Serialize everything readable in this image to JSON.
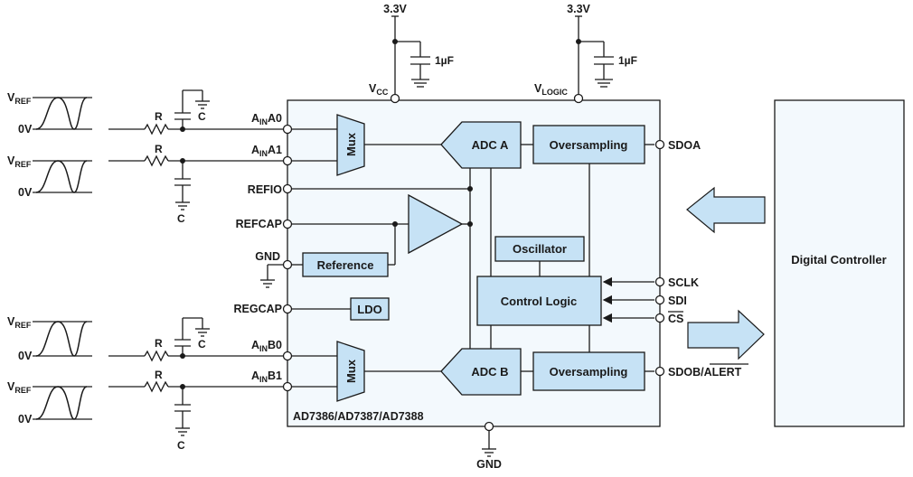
{
  "supply": {
    "vcc_voltage": "3.3V",
    "vlogic_voltage": "3.3V",
    "vcc_cap": "1µF",
    "vlogic_cap": "1µF",
    "vcc_pin": {
      "main": "V",
      "sub": "CC"
    },
    "vlogic_pin": {
      "main": "V",
      "sub": "LOGIC"
    }
  },
  "sources": [
    {
      "vref_main": "V",
      "vref_sub": "REF",
      "zero": "0V"
    },
    {
      "vref_main": "V",
      "vref_sub": "REF",
      "zero": "0V"
    },
    {
      "vref_main": "V",
      "vref_sub": "REF",
      "zero": "0V"
    },
    {
      "vref_main": "V",
      "vref_sub": "REF",
      "zero": "0V"
    }
  ],
  "filters": {
    "r_label": "R",
    "c_label": "C"
  },
  "pins_left": {
    "ain_a0": {
      "main": "A",
      "sub": "IN",
      "suffix": "A0"
    },
    "ain_a1": {
      "main": "A",
      "sub": "IN",
      "suffix": "A1"
    },
    "refio": "REFIO",
    "refcap": "REFCAP",
    "gnd": "GND",
    "regcap": "REGCAP",
    "ain_b0": {
      "main": "A",
      "sub": "IN",
      "suffix": "B0"
    },
    "ain_b1": {
      "main": "A",
      "sub": "IN",
      "suffix": "B1"
    }
  },
  "blocks": {
    "mux_a": "Mux",
    "mux_b": "Mux",
    "adc_a": "ADC A",
    "adc_b": "ADC B",
    "oversampling_a": "Oversampling",
    "oversampling_b": "Oversampling",
    "oscillator": "Oscillator",
    "control_logic": "Control Logic",
    "reference": "Reference",
    "ldo": "LDO"
  },
  "pins_right": {
    "sdoa": "SDOA",
    "sclk": "SCLK",
    "sdi": "SDI",
    "cs": "CS",
    "sdob": "SDOB/",
    "alert": "ALERT"
  },
  "chip_name": "AD7386/AD7387/AD7388",
  "bottom_gnd": "GND",
  "controller": "Digital Controller",
  "colors": {
    "block_fill": "#c6e2f5",
    "chip_fill": "#f3f9fd",
    "line": "#1a1a1a"
  }
}
